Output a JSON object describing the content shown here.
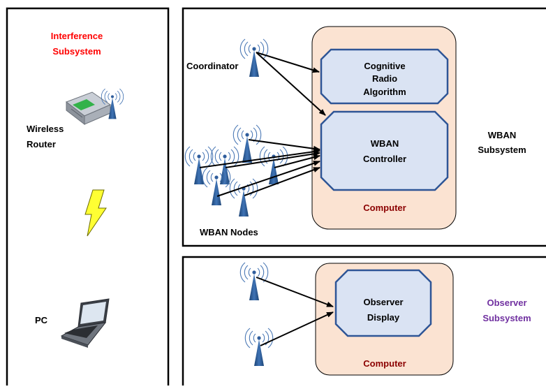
{
  "interference": {
    "title_line1": "Interference",
    "title_line2": "Subsystem",
    "title_color": "#ff0000",
    "router_label_line1": "Wireless",
    "router_label_line2": "Router",
    "pc_label": "PC"
  },
  "wban": {
    "coordinator_label": "Coordinator",
    "nodes_label": "WBAN Nodes",
    "cognitive_line1": "Cognitive",
    "cognitive_line2": "Radio",
    "cognitive_line3": "Algorithm",
    "controller_line1": "WBAN",
    "controller_line2": "Controller",
    "computer_label": "Computer",
    "subsystem_line1": "WBAN",
    "subsystem_line2": "Subsystem"
  },
  "observer": {
    "display_line1": "Observer",
    "display_line2": "Display",
    "computer_label": "Computer",
    "subsystem_line1": "Observer",
    "subsystem_line2": "Subsystem",
    "subsystem_color": "#7030a0"
  },
  "colors": {
    "computer_fill": "#fbe3d2",
    "module_fill": "#dae3f3",
    "module_stroke": "#2e5596",
    "antenna_blue": "#2f5d9c",
    "computer_label": "#8b0000"
  },
  "icons": [
    "antenna-icon",
    "wireless-router-icon",
    "lightning-icon",
    "laptop-icon"
  ]
}
